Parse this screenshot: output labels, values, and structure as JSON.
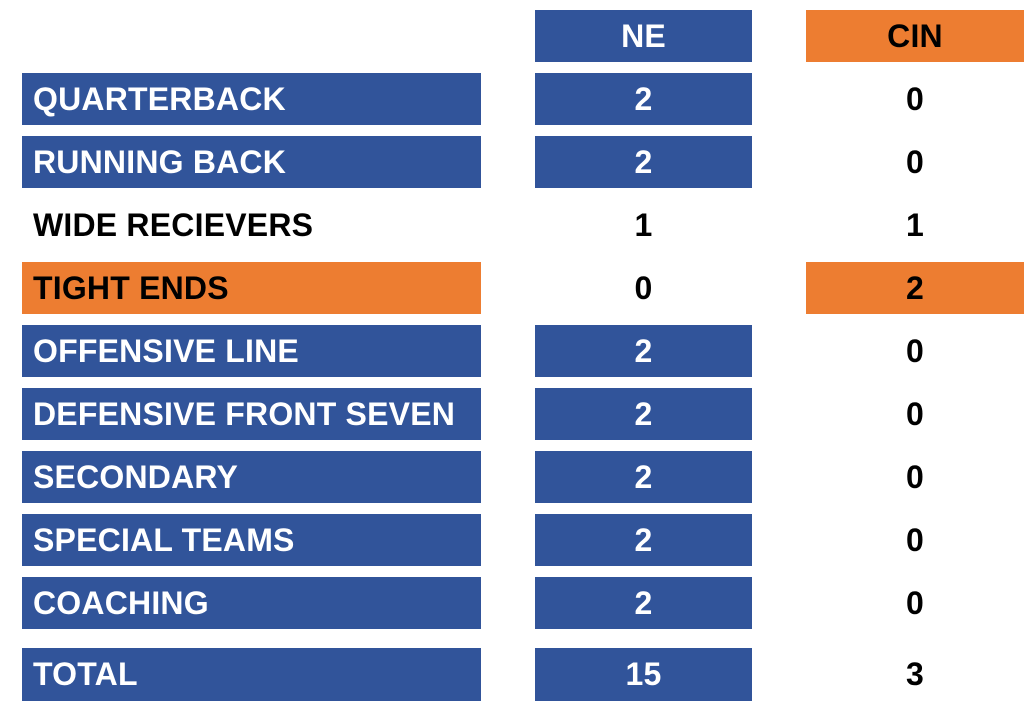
{
  "colors": {
    "ne_blue": "#31549a",
    "cin_orange": "#ed7d31",
    "text_dark": "#000000",
    "text_light": "#ffffff"
  },
  "header": {
    "ne": "NE",
    "cin": "CIN"
  },
  "rows": [
    {
      "label": "QUARTERBACK",
      "ne": "2",
      "cin": "0",
      "leader": "NE"
    },
    {
      "label": "RUNNING BACK",
      "ne": "2",
      "cin": "0",
      "leader": "NE"
    },
    {
      "label": "WIDE RECIEVERS",
      "ne": "1",
      "cin": "1",
      "leader": "TIE"
    },
    {
      "label": "TIGHT ENDS",
      "ne": "0",
      "cin": "2",
      "leader": "CIN"
    },
    {
      "label": "OFFENSIVE LINE",
      "ne": "2",
      "cin": "0",
      "leader": "NE"
    },
    {
      "label": "DEFENSIVE FRONT SEVEN",
      "ne": "2",
      "cin": "0",
      "leader": "NE"
    },
    {
      "label": "SECONDARY",
      "ne": "2",
      "cin": "0",
      "leader": "NE"
    },
    {
      "label": "SPECIAL TEAMS",
      "ne": "2",
      "cin": "0",
      "leader": "NE"
    },
    {
      "label": "COACHING",
      "ne": "2",
      "cin": "0",
      "leader": "NE"
    }
  ],
  "total": {
    "label": "TOTAL",
    "ne": "15",
    "cin": "3",
    "leader": "NE"
  }
}
